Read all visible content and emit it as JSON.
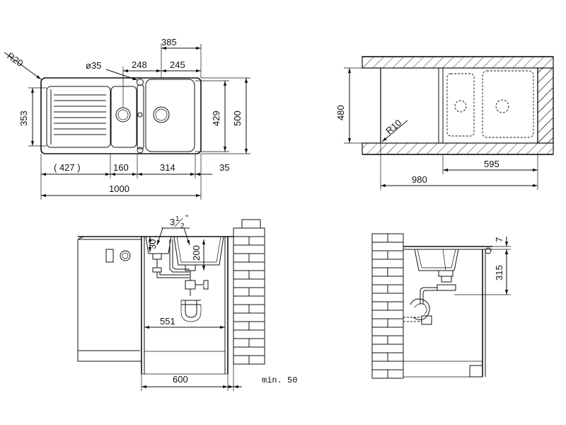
{
  "top_view": {
    "radius_label": "R20",
    "hole_label": "ø35",
    "dim_385": "385",
    "dim_248": "248",
    "dim_245": "245",
    "dim_353": "353",
    "dim_429": "429",
    "dim_500": "500",
    "dim_427": "( 427 )",
    "dim_160": "160",
    "dim_314": "314",
    "dim_35": "35",
    "dim_1000": "1000"
  },
  "cabinet_view": {
    "dim_480": "480",
    "radius_label": "R10",
    "dim_595": "595",
    "dim_980": "980"
  },
  "front_section": {
    "pipe_size_main": "3",
    "pipe_size_num": "1",
    "pipe_size_den": "2",
    "pipe_size_mark": "\"",
    "dim_30": "30",
    "dim_200": "200",
    "dim_551": "551",
    "dim_600": "600",
    "min_label": "min. 50"
  },
  "side_section": {
    "dim_7": "7",
    "dim_315": "315"
  }
}
